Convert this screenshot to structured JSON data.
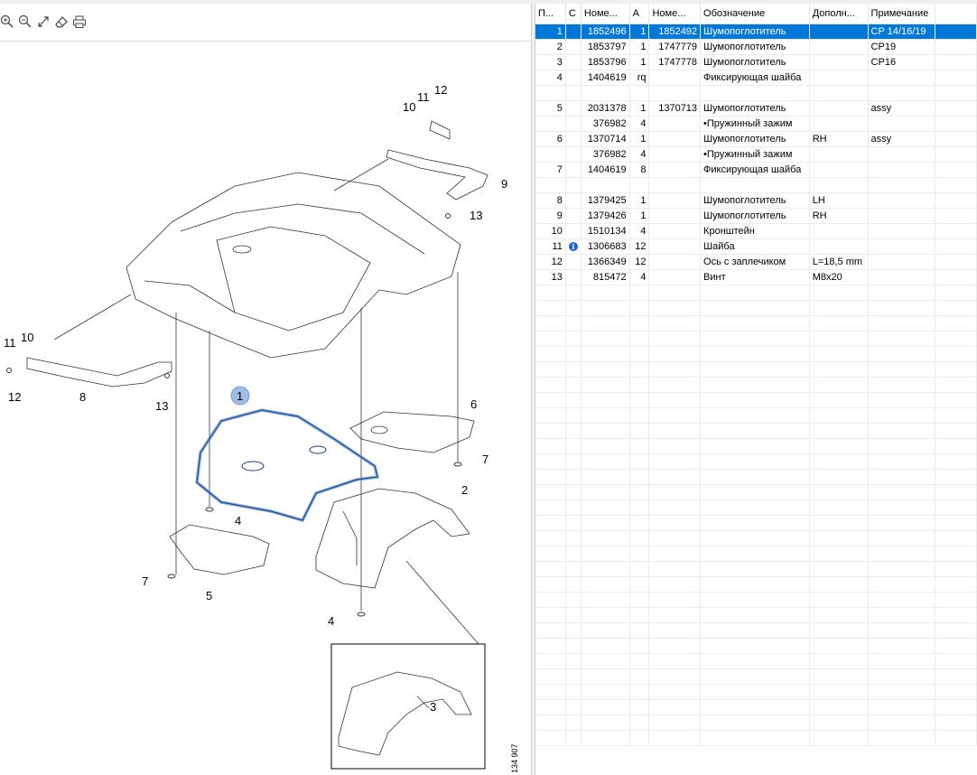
{
  "toolbar": {
    "buttons": [
      {
        "name": "zoom-in",
        "icon": "zoom-in-icon"
      },
      {
        "name": "zoom-out",
        "icon": "zoom-out-icon"
      },
      {
        "name": "fit",
        "icon": "expand-icon"
      },
      {
        "name": "eraser",
        "icon": "eraser-icon"
      },
      {
        "name": "print",
        "icon": "print-icon"
      }
    ]
  },
  "diagram": {
    "drawing_code": "134 907",
    "callouts": [
      "1",
      "2",
      "3",
      "4",
      "4",
      "5",
      "6",
      "7",
      "7",
      "8",
      "9",
      "10",
      "10",
      "11",
      "11",
      "12",
      "12",
      "13",
      "13"
    ],
    "highlighted_callout": "1",
    "highlight_color": "#5b8fd6"
  },
  "table": {
    "columns": [
      "П...",
      "С",
      "Номе...",
      "А",
      "Номе...",
      "Обозначение",
      "Дополн...",
      "Примечание"
    ],
    "selected_row_color": "#0078d7",
    "rows": [
      {
        "pos": "1",
        "info": "",
        "number": "1852496",
        "qty": "1",
        "number2": "1852492",
        "name": "Шумопоглотитель",
        "extra": "",
        "note": "CP 14/16/19",
        "selected": true
      },
      {
        "pos": "2",
        "info": "",
        "number": "1853797",
        "qty": "1",
        "number2": "1747779",
        "name": "Шумопоглотитель",
        "extra": "",
        "note": "CP19"
      },
      {
        "pos": "3",
        "info": "",
        "number": "1853796",
        "qty": "1",
        "number2": "1747778",
        "name": "Шумопоглотитель",
        "extra": "",
        "note": "CP16"
      },
      {
        "pos": "4",
        "info": "",
        "number": "1404619",
        "qty": "rq",
        "number2": "",
        "name": "Фиксирующая шайба",
        "extra": "",
        "note": ""
      },
      {
        "pos": "",
        "info": "",
        "number": "",
        "qty": "",
        "number2": "",
        "name": "",
        "extra": "",
        "note": ""
      },
      {
        "pos": "5",
        "info": "",
        "number": "2031378",
        "qty": "1",
        "number2": "1370713",
        "name": "Шумопоглотитель",
        "extra": "",
        "note": "assy"
      },
      {
        "pos": "",
        "info": "",
        "number": "376982",
        "qty": "4",
        "number2": "",
        "name": "•Пружинный зажим",
        "extra": "",
        "note": ""
      },
      {
        "pos": "6",
        "info": "",
        "number": "1370714",
        "qty": "1",
        "number2": "",
        "name": "Шумопоглотитель",
        "extra": "RH",
        "note": "assy"
      },
      {
        "pos": "",
        "info": "",
        "number": "376982",
        "qty": "4",
        "number2": "",
        "name": "•Пружинный зажим",
        "extra": "",
        "note": ""
      },
      {
        "pos": "7",
        "info": "",
        "number": "1404619",
        "qty": "8",
        "number2": "",
        "name": "Фиксирующая шайба",
        "extra": "",
        "note": ""
      },
      {
        "pos": "",
        "info": "",
        "number": "",
        "qty": "",
        "number2": "",
        "name": "",
        "extra": "",
        "note": ""
      },
      {
        "pos": "8",
        "info": "",
        "number": "1379425",
        "qty": "1",
        "number2": "",
        "name": "Шумопоглотитель",
        "extra": "LH",
        "note": ""
      },
      {
        "pos": "9",
        "info": "",
        "number": "1379426",
        "qty": "1",
        "number2": "",
        "name": "Шумопоглотитель",
        "extra": "RH",
        "note": ""
      },
      {
        "pos": "10",
        "info": "",
        "number": "1510134",
        "qty": "4",
        "number2": "",
        "name": "Кронштейн",
        "extra": "",
        "note": ""
      },
      {
        "pos": "11",
        "info": "info-icon",
        "number": "1306683",
        "qty": "12",
        "number2": "",
        "name": "Шайба",
        "extra": "",
        "note": ""
      },
      {
        "pos": "12",
        "info": "",
        "number": "1366349",
        "qty": "12",
        "number2": "",
        "name": "Ось с заплечиком",
        "extra": "L=18,5 mm",
        "note": ""
      },
      {
        "pos": "13",
        "info": "",
        "number": "815472",
        "qty": "4",
        "number2": "",
        "name": "Винт",
        "extra": "M8x20",
        "note": ""
      }
    ],
    "empty_rows": 30
  }
}
